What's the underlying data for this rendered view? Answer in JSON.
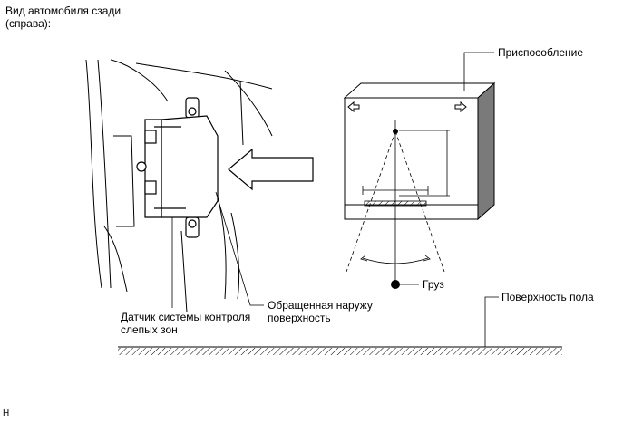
{
  "view_caption": "Вид автомобиля сзади\n(справа):",
  "labels": {
    "fixture": "Приспособление",
    "weight": "Груз",
    "floor_surface": "Поверхность пола",
    "outward_surface": "Обращенная наружу\nповерхность",
    "sensor": "Датчик системы контроля\nслепых зон"
  },
  "footer_mark": "H"
}
